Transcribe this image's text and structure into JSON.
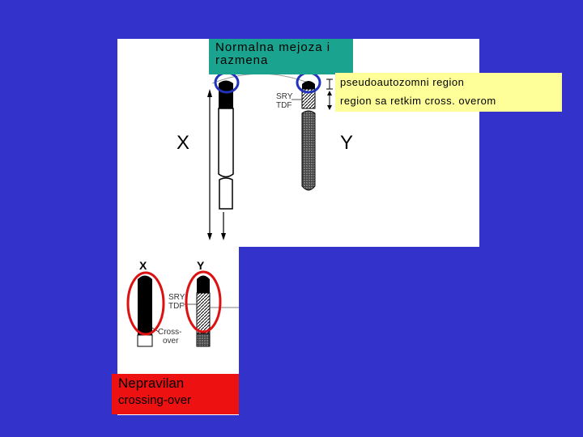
{
  "top_label": {
    "line1": "Normalna mejoza i",
    "line2": "razmena"
  },
  "region_labels": {
    "pseudo": "pseudoautozomni region",
    "rare": "region sa retkim cross. overom"
  },
  "chromosome_letters": {
    "x": "X",
    "y": "Y"
  },
  "gene_labels": {
    "sry": "SRY",
    "tdf": "TDF"
  },
  "bottom_panel": {
    "x": "X",
    "y": "Y",
    "sry": "SRY",
    "tdf": "TDF",
    "cross_line1": "Cross-",
    "cross_line2": "over"
  },
  "bottom_label": {
    "line1": "Nepravilan",
    "line2": "crossing-over"
  },
  "colors": {
    "background": "#3333cc",
    "normal_label": "#1aa38e",
    "region_label": "#ffff99",
    "bad_label": "#ee1111",
    "circle_normal": "#2233bb",
    "circle_bad": "#dd1111"
  }
}
